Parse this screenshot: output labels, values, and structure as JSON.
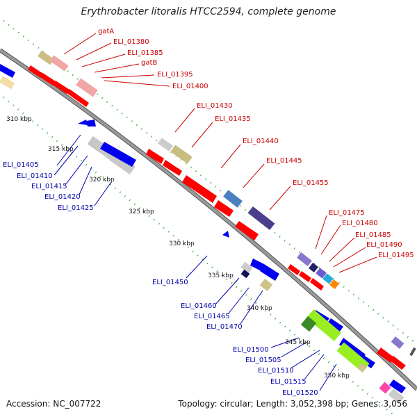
{
  "title": "Erythrobacter litoralis HTCC2594, complete genome",
  "footer": {
    "accession": "Accession: NC_007722",
    "summary": "Topology: circular; Length: 3,052,398 bp; Genes: 3,056"
  },
  "ticks": [
    "310 kbp",
    "315 kbp",
    "320 kbp",
    "325 kbp",
    "330 kbp",
    "335 kbp",
    "340 kbp",
    "345 kbp",
    "350 kbp"
  ],
  "forward_labels": [
    "gatA",
    "ELI_01380",
    "ELI_01385",
    "gatB",
    "ELI_01395",
    "ELI_01400",
    "ELI_01430",
    "ELI_01435",
    "ELI_01440",
    "ELI_01445",
    "ELI_01455",
    "ELI_01475",
    "ELI_01480",
    "ELI_01485",
    "ELI_01490",
    "ELI_01495"
  ],
  "reverse_labels": [
    "ELI_01405",
    "ELI_01410",
    "ELI_01415",
    "ELI_01420",
    "ELI_01425",
    "ELI_01450",
    "ELI_01460",
    "ELI_01465",
    "ELI_01470",
    "ELI_01500",
    "ELI_01505",
    "ELI_01510",
    "ELI_01515",
    "ELI_01520"
  ],
  "colors": {
    "backbone": "#888888",
    "cds_forward": "#ff0000",
    "cds_reverse": "#0000ff",
    "label_forward": "#cc0000",
    "label_reverse": "#0000aa",
    "tick": "#228b22"
  }
}
